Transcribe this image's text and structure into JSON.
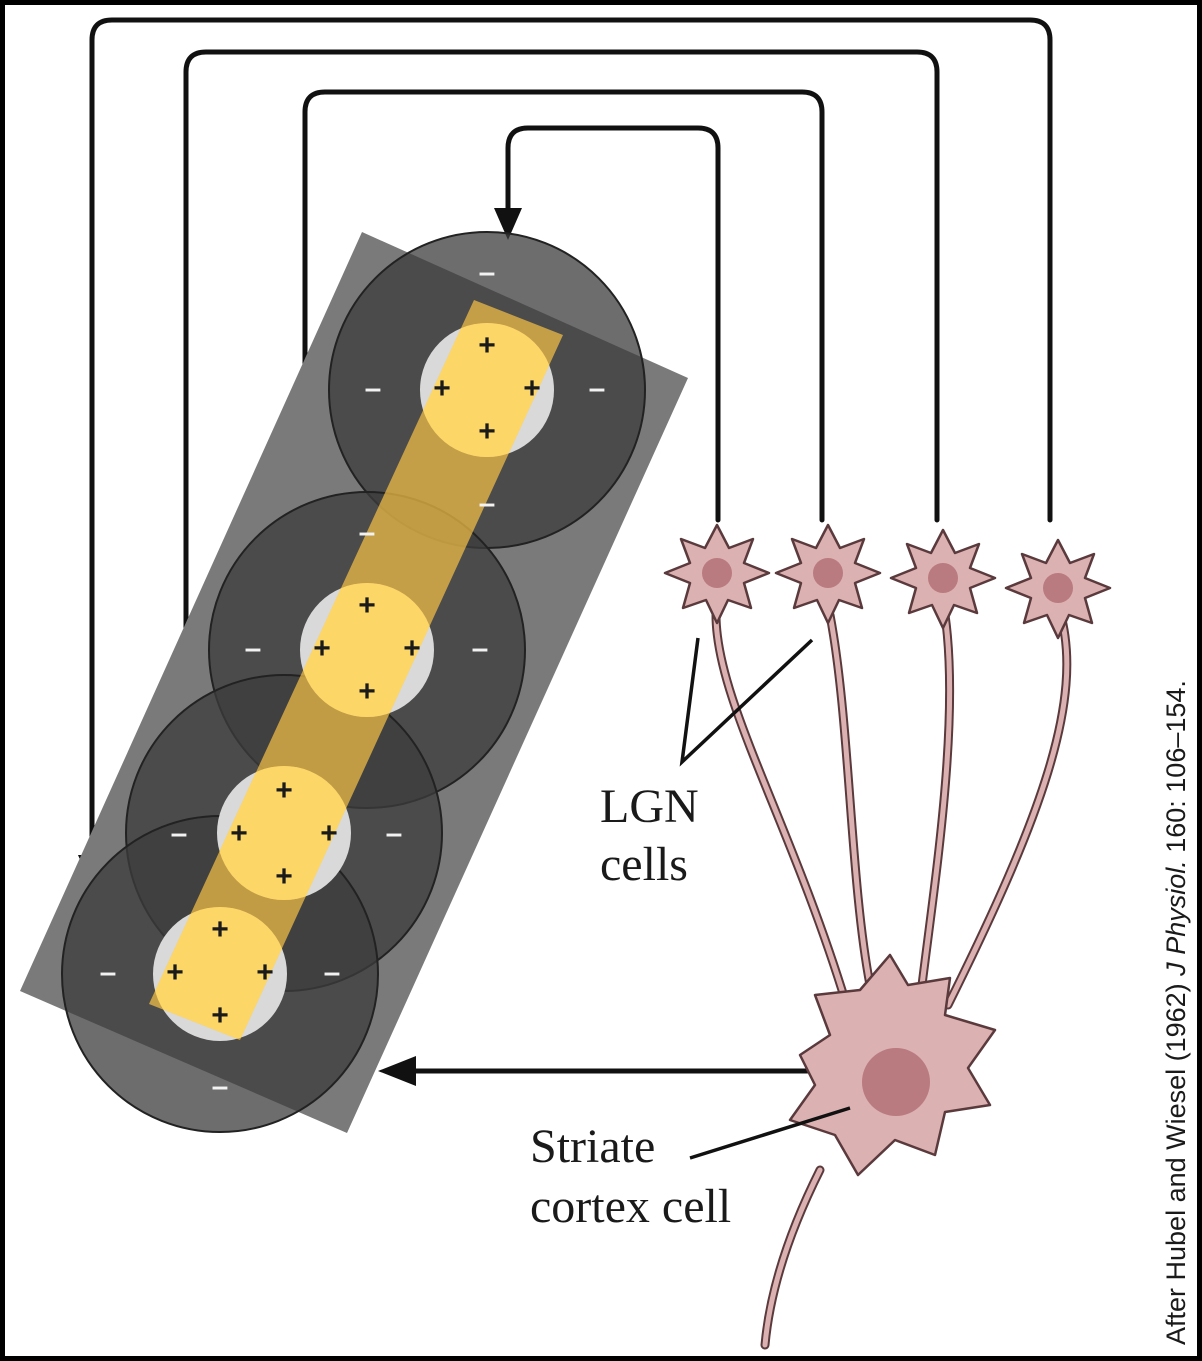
{
  "labels": {
    "lgn_line1": "LGN",
    "lgn_line2": "cells",
    "striate_line1": "Striate",
    "striate_line2": "cortex cell",
    "credit_prefix": "After Hubel and Wiesel (1962) ",
    "credit_journal": "J Physiol.",
    "credit_suffix": " 160: 106–154."
  },
  "receptive_fields": [
    {
      "center": "+",
      "surround": "–"
    },
    {
      "center": "+",
      "surround": "–"
    },
    {
      "center": "+",
      "surround": "–"
    },
    {
      "center": "+",
      "surround": "–"
    }
  ],
  "colors": {
    "surround": "#3c3c3c",
    "center": "#d9d9d9",
    "bar": "#f2bf45",
    "field_backdrop": "#7a7a7a",
    "neuron_body": "#dcb1b1"
  }
}
